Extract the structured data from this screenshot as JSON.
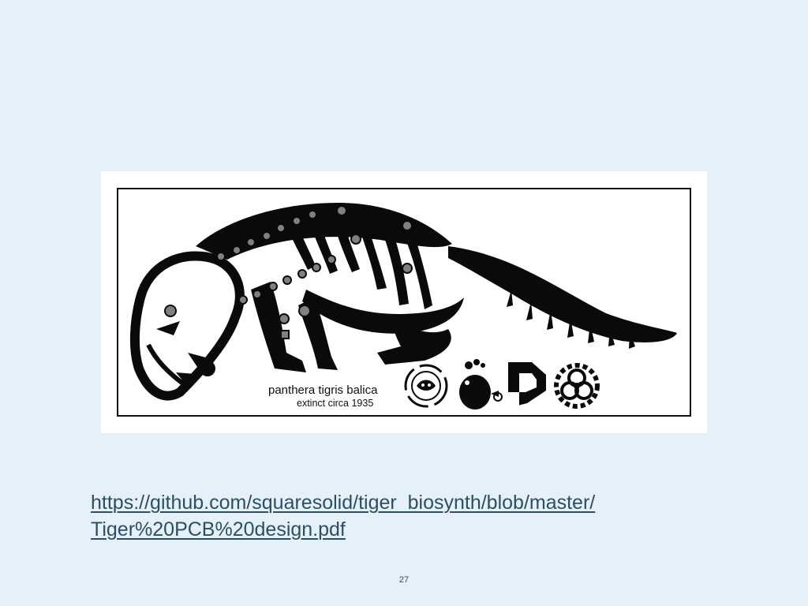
{
  "figure": {
    "caption_species": "panthera tigris balica",
    "caption_extinct": "extinct circa 1935",
    "logos": [
      "circular-badge-logo-icon",
      "chick-logo-icon",
      "folded-p-logo-icon",
      "biohazard-gear-logo-icon"
    ]
  },
  "link": {
    "line1": "https://github.com/squaresolid/tiger_biosynth/blob/master/",
    "line2": "Tiger%20PCB%20design.pdf"
  },
  "page_number": "27"
}
